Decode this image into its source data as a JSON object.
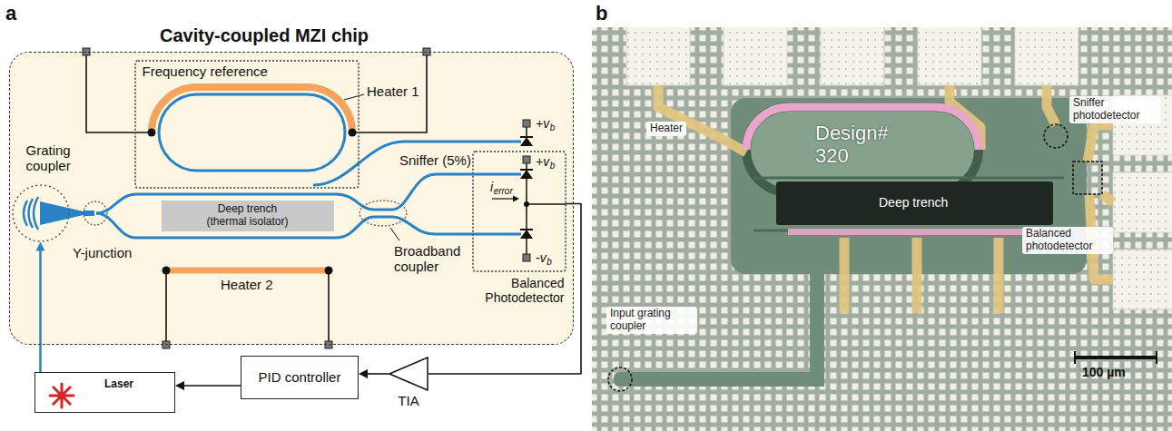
{
  "diagram": {
    "nodes": [
      {
        "text": [
          "Cavity-coupled MZI chip"
        ]
      },
      {
        "text": [
          "Frequency reference"
        ],
        "in": 0
      },
      {
        "text": [
          "Grating coupler"
        ],
        "in": 0
      },
      {
        "text": [
          "Deep trench (thermal isolator)"
        ],
        "in": 0
      },
      {
        "text": [
          "Balanced Photodetector"
        ],
        "in": 0
      },
      {
        "text": [
          "Laser"
        ]
      },
      {
        "text": [
          "PID controller"
        ]
      },
      {
        "text": [
          "TIA"
        ]
      }
    ],
    "edges": [
      {
        "from": 4,
        "to": 7,
        "arrow": "none"
      },
      {
        "from": 7,
        "to": 6,
        "arrow": "to"
      },
      {
        "from": 6,
        "to": 5,
        "arrow": "to"
      },
      {
        "from": 5,
        "to": 2,
        "arrow": "to"
      }
    ],
    "labels": [
      "a",
      "Heater 1",
      "Sniffer (5%)",
      "+v",
      "b",
      "+v",
      "b",
      "i",
      "error",
      "-v",
      "b",
      "Y-junction",
      "Broadband coupler",
      "Heater 2",
      "b",
      "Heater",
      "Design# 320",
      "Sniffer photodetector",
      "Deep trench",
      "Balanced photodetector",
      "Input grating coupler",
      "100 µm"
    ]
  }
}
